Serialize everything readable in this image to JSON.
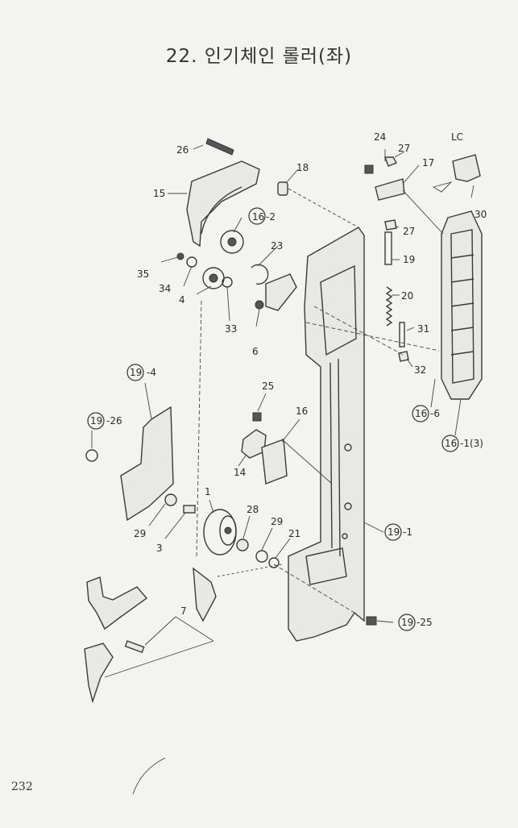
{
  "title": "22. 인기체인 롤러(좌)",
  "page_number": "232",
  "annotation": "LC",
  "labels": {
    "p26a": "26",
    "p18": "18",
    "p24": "24",
    "p27a": "27",
    "p17": "17",
    "p15": "15",
    "p16_2": "16",
    "p16_2s": "-2",
    "p23": "23",
    "p27b": "27",
    "p30": "30",
    "p35": "35",
    "p34": "34",
    "p4": "4",
    "p33": "33",
    "p6": "6",
    "p19": "19",
    "p20": "20",
    "p31": "31",
    "p32": "32",
    "p19_4": "19",
    "p19_4s": "-4",
    "p19_26": "19",
    "p19_26s": "-26",
    "p16_6": "16",
    "p16_6s": "-6",
    "p16_1": "16",
    "p16_1s": "-1(3)",
    "p25": "25",
    "p16": "16",
    "p14": "14",
    "p29a": "29",
    "p3": "3",
    "p1": "1",
    "p28": "28",
    "p29b": "29",
    "p21": "21",
    "p19_1": "19",
    "p19_1s": "-1",
    "p7": "7",
    "p19_25": "19",
    "p19_25s": "-25"
  }
}
